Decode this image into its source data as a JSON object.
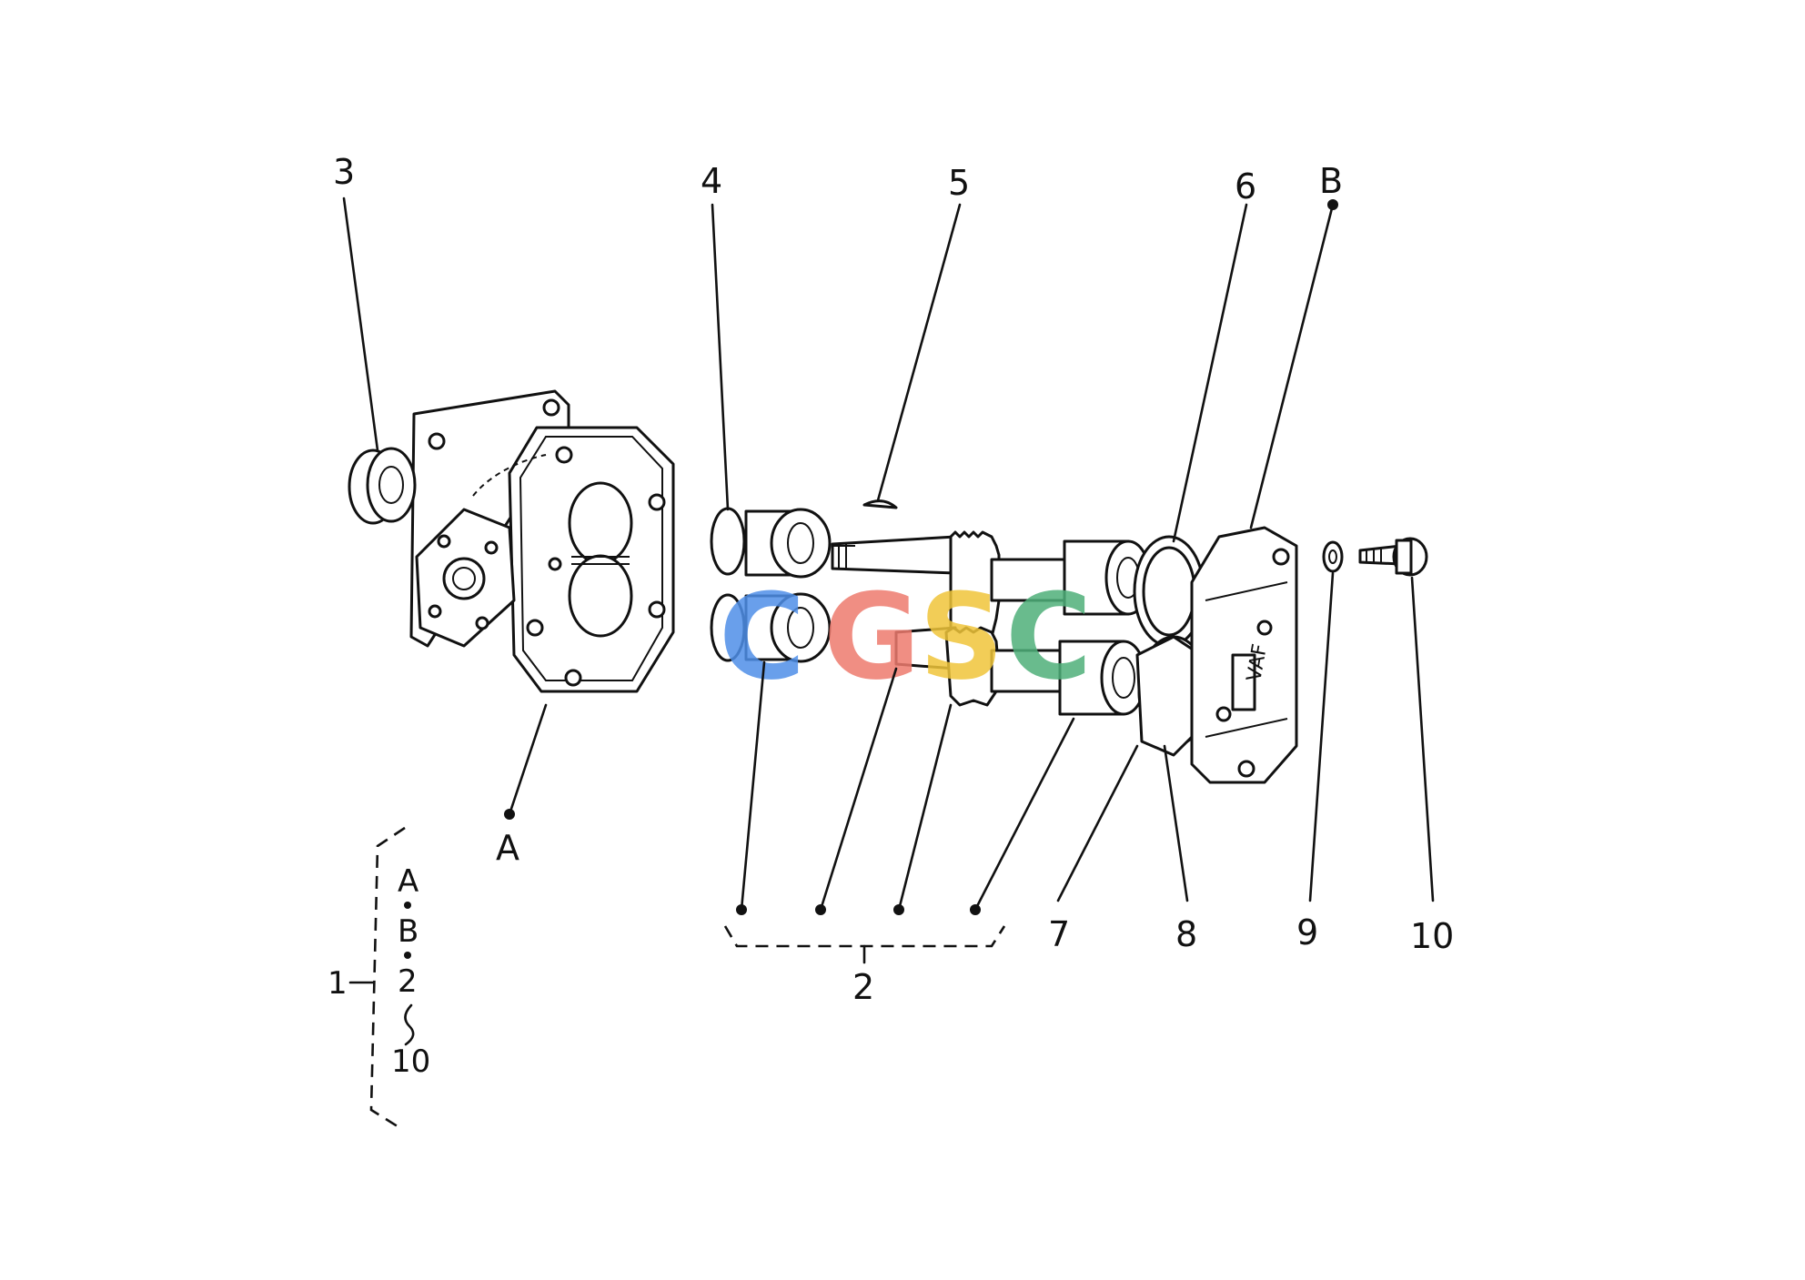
{
  "callouts": {
    "c3": "3",
    "c4": "4",
    "c5": "5",
    "c6": "6",
    "cB": "B",
    "cA": "A",
    "c7": "7",
    "c8": "8",
    "c9": "9",
    "c10": "10",
    "c2": "2"
  },
  "kit": {
    "number": "1",
    "items": [
      "A",
      "B",
      "2",
      "10"
    ]
  },
  "watermark": {
    "letters": [
      "C",
      "G",
      "S",
      "C"
    ],
    "colors": [
      "#4f8fe8",
      "#ee7b6e",
      "#f0c53a",
      "#4fb07a"
    ]
  },
  "cover_plate_text": "VAF"
}
